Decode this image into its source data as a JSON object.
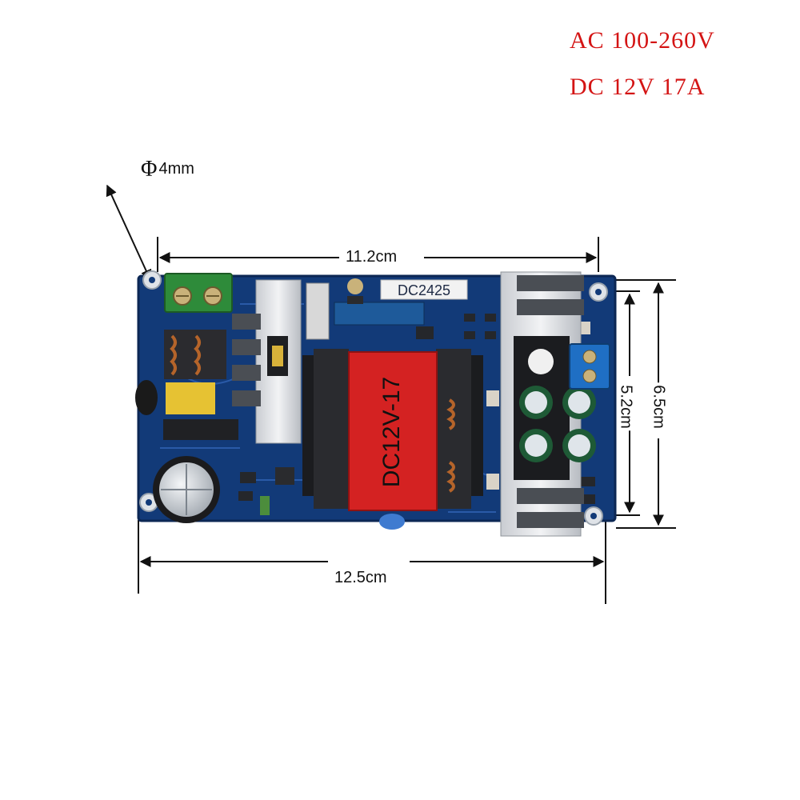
{
  "specs": {
    "input": "AC 100-260V",
    "output": "DC 12V 17A"
  },
  "dimensions": {
    "hole_symbol": "Φ",
    "hole_diameter": "4mm",
    "hole_spacing_width": "11.2cm",
    "board_width": "12.5cm",
    "hole_spacing_height": "5.2cm",
    "board_height": "6.5cm"
  },
  "board": {
    "model_label": "DC2425",
    "transformer_label": "DC12V-17"
  },
  "colors": {
    "spec_text": "#d41414",
    "pcb": "#123a78",
    "transformer_tape": "#d42222",
    "terminal_block_input": "#2e8b3a",
    "terminal_block_output": "#1f6fc4"
  }
}
